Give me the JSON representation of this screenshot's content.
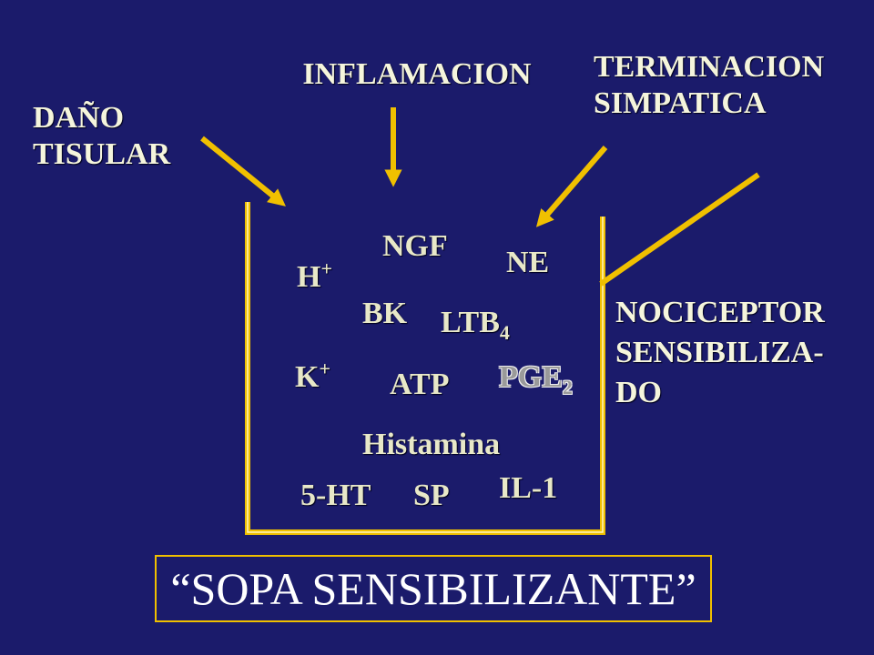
{
  "labels": {
    "tissue_damage": [
      "DAÑO",
      "TISULAR"
    ],
    "inflammation": "INFLAMACION",
    "sympathetic": [
      "TERMINACION",
      "SIMPATICA"
    ],
    "nociceptor": [
      "NOCICEPTOR",
      "SENSIBILIZA-",
      "DO"
    ]
  },
  "mediators": {
    "ngf": "NGF",
    "ne": "NE",
    "h_base": "H",
    "h_sup": "+",
    "bk": "BK",
    "ltb_base": "LTB",
    "ltb_sub": "4",
    "k_base": "K",
    "k_sup": "+",
    "atp": "ATP",
    "pge_base": "PGE",
    "pge_sub": "2",
    "histamina": "Histamina",
    "ht5": "5-HT",
    "sp": "SP",
    "il1": "IL-1"
  },
  "caption": "“SOPA SENSIBILIZANTE”",
  "colors": {
    "background": "#1b1b6b",
    "beaker": "#f0c000",
    "arrow": "#f0c000",
    "text": "#f5f5dc"
  }
}
